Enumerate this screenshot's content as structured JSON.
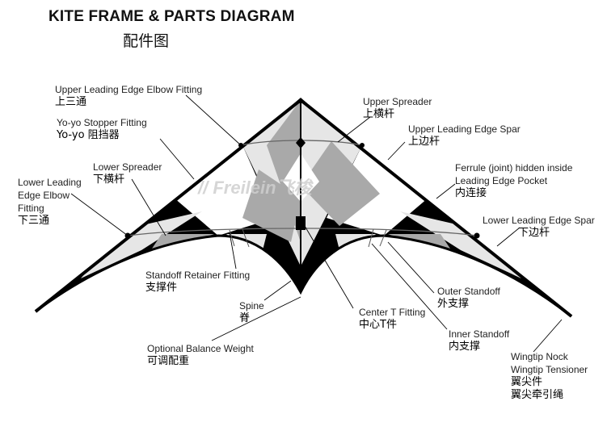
{
  "header": {
    "title": "KITE FRAME & PARTS DIAGRAM",
    "subtitle": "配件图"
  },
  "watermark": "Freilein飞梭",
  "colors": {
    "frame": "#000000",
    "panel_light": "#e6e6e6",
    "panel_mid": "#a9a9a9",
    "panel_white": "#ffffff",
    "leader": "#000000"
  },
  "labels": {
    "upper_le_elbow": {
      "en": "Upper Leading Edge Elbow Fitting",
      "zh": "上三通"
    },
    "yoyo_stopper": {
      "en": "Yo-yo Stopper Fitting",
      "zh": "Yo-yo 阻挡器"
    },
    "lower_spreader": {
      "en": "Lower Spreader",
      "zh": "下横杆"
    },
    "lower_le_elbow": {
      "en1": "Lower Leading",
      "en2": "Edge Elbow",
      "en3": "Fitting",
      "zh": "下三通"
    },
    "upper_spreader": {
      "en": "Upper Spreader",
      "zh": "上横杆"
    },
    "upper_le_spar": {
      "en": "Upper Leading Edge Spar",
      "zh": "上边杆"
    },
    "ferrule": {
      "en1": "Ferrule (joint) hidden inside",
      "en2": "Leading Edge Pocket",
      "zh": "内连接"
    },
    "lower_le_spar": {
      "en": "Lower Leading Edge Spar",
      "zh": "下边杆"
    },
    "standoff_retainer": {
      "en": "Standoff Retainer Fitting",
      "zh": "支撑件"
    },
    "spine": {
      "en": "Spine",
      "zh": "脊"
    },
    "center_t": {
      "en": "Center T Fitting",
      "zh": "中心T件"
    },
    "outer_standoff": {
      "en": "Outer Standoff",
      "zh": "外支撑"
    },
    "inner_standoff": {
      "en": "Inner Standoff",
      "zh": "内支撑"
    },
    "balance_weight": {
      "en": "Optional Balance Weight",
      "zh": "可调配重"
    },
    "wingtip": {
      "en1": "Wingtip Nock",
      "en2": "Wingtip Tensioner",
      "zh1": "翼尖件",
      "zh2": "翼尖牵引绳"
    }
  }
}
